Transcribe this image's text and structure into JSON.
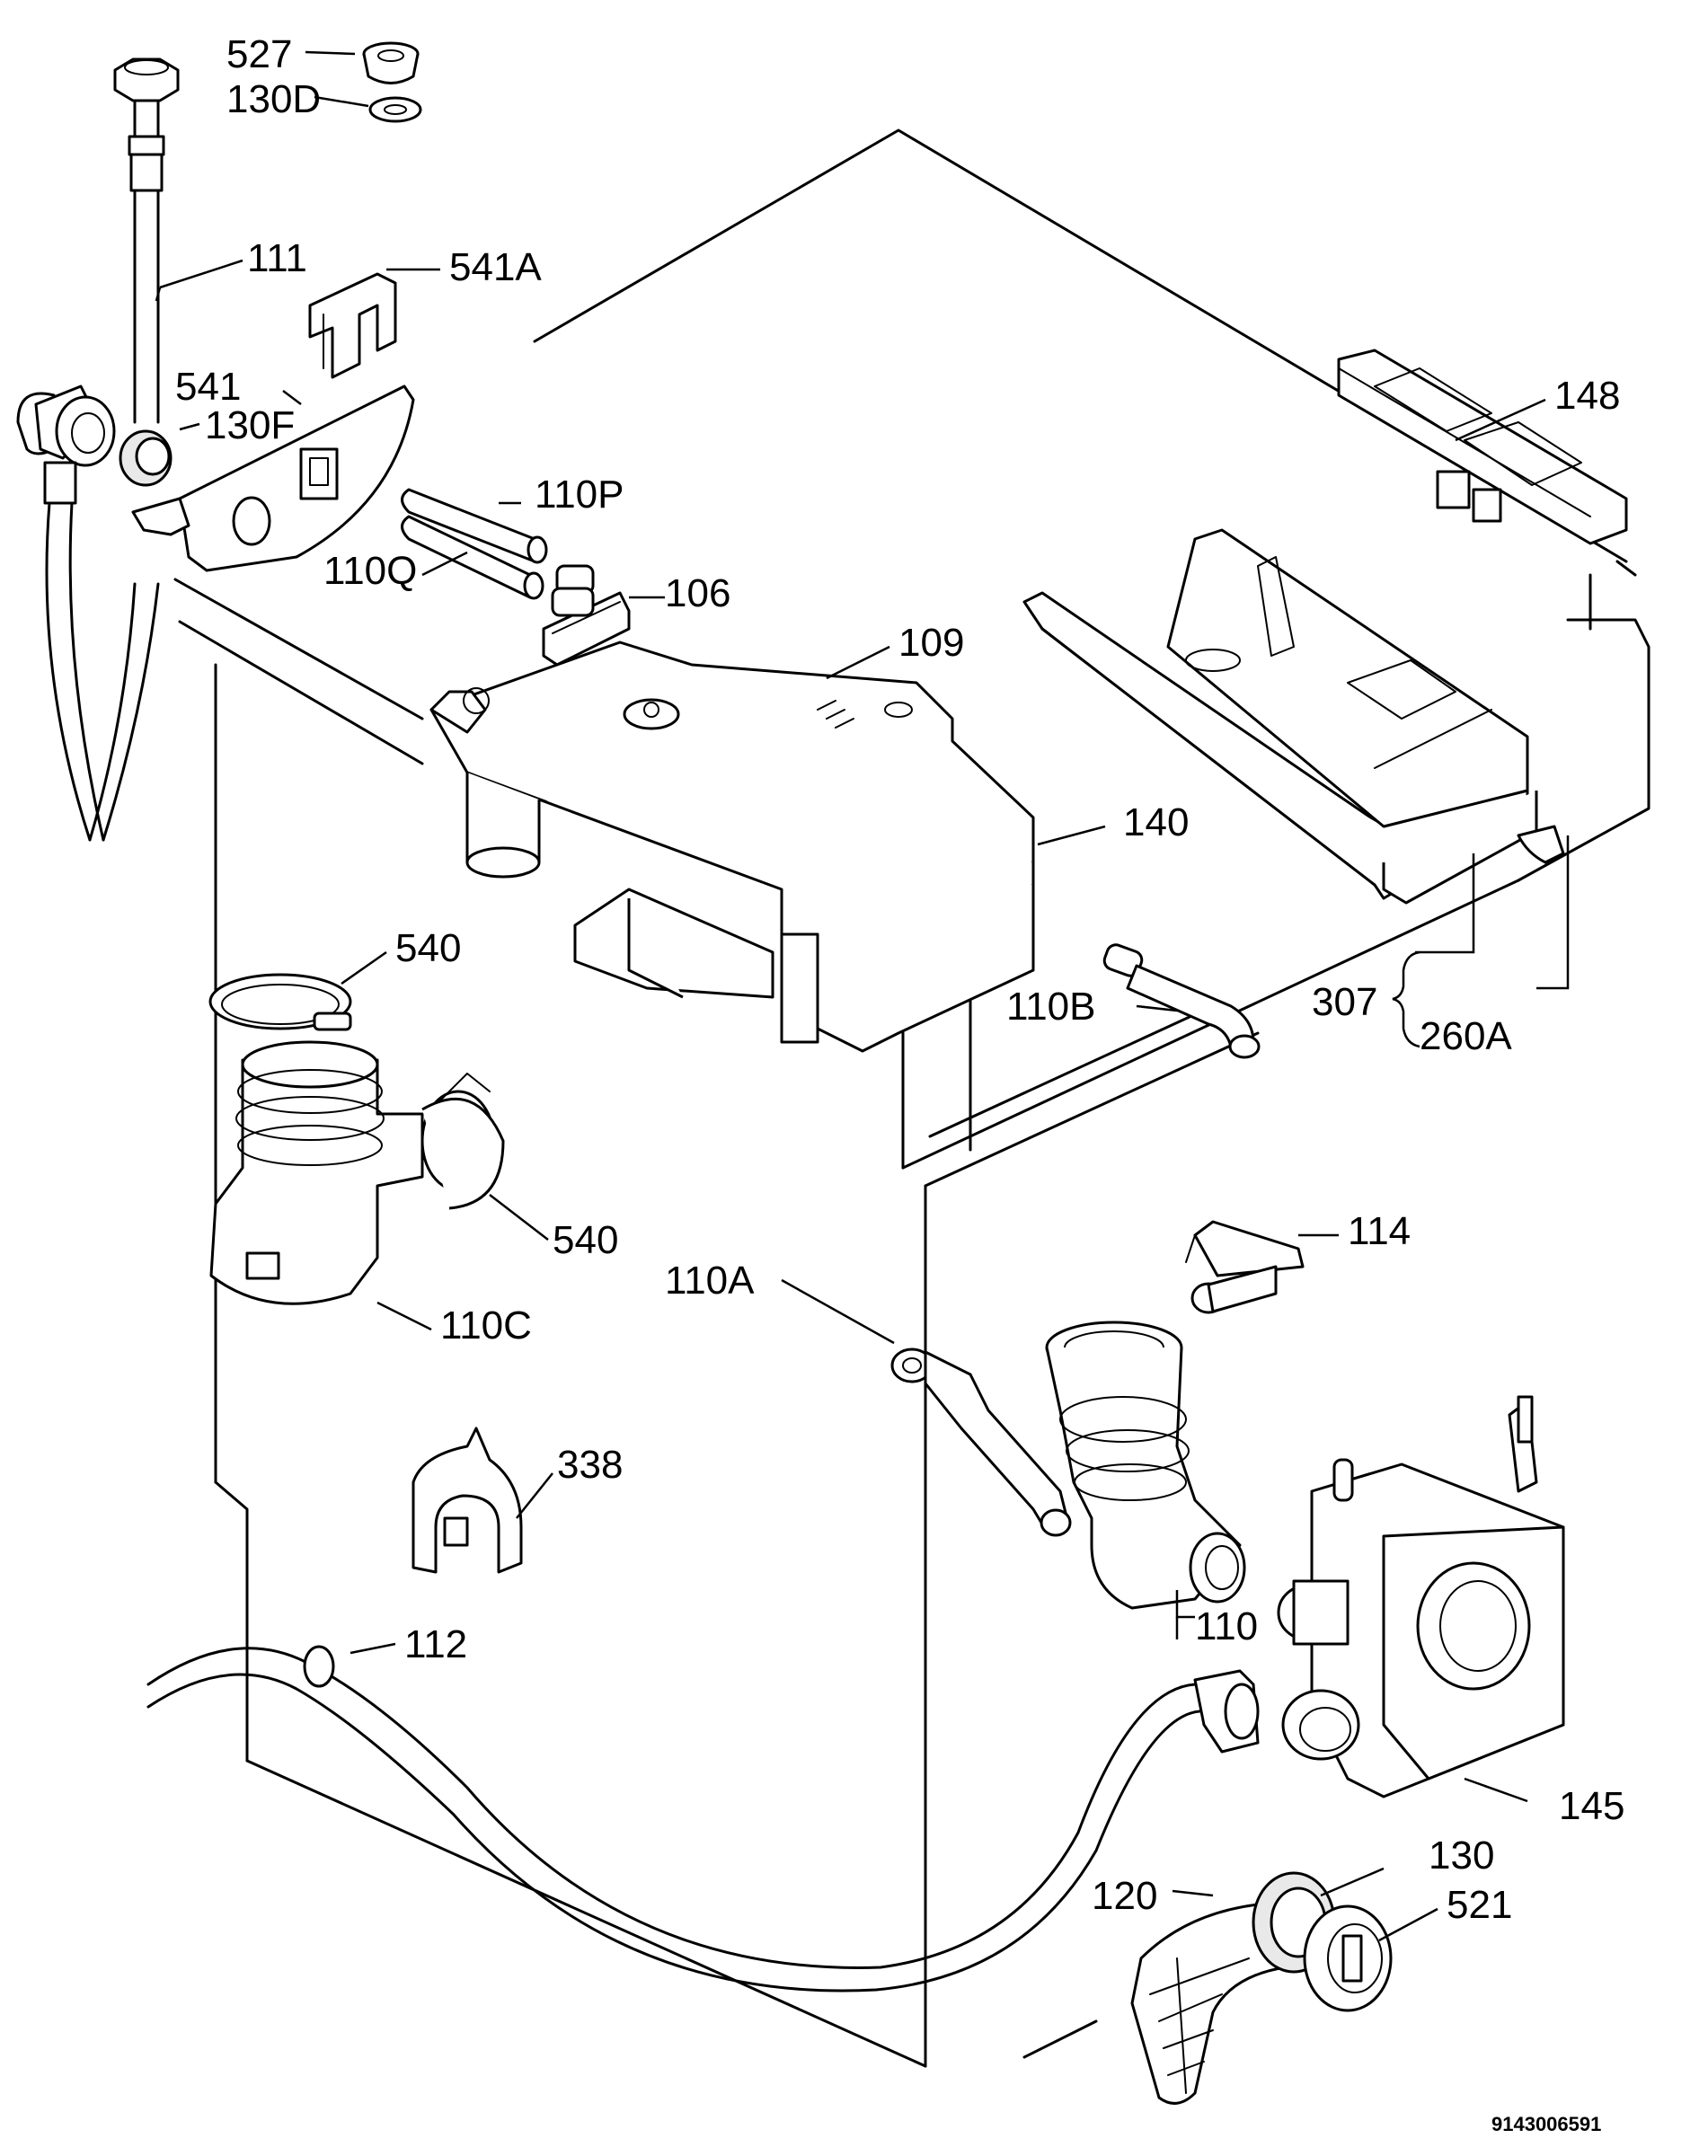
{
  "document_number": "9143006591",
  "parts": [
    {
      "id": "p527",
      "label": "527"
    },
    {
      "id": "p130d",
      "label": "130D"
    },
    {
      "id": "p111",
      "label": "111"
    },
    {
      "id": "p541a",
      "label": "541A"
    },
    {
      "id": "p541",
      "label": "541"
    },
    {
      "id": "p130f",
      "label": "130F"
    },
    {
      "id": "p110p",
      "label": "110P"
    },
    {
      "id": "p110q",
      "label": "110Q"
    },
    {
      "id": "p106",
      "label": "106"
    },
    {
      "id": "p109",
      "label": "109"
    },
    {
      "id": "p148",
      "label": "148"
    },
    {
      "id": "p140",
      "label": "140"
    },
    {
      "id": "p540a",
      "label": "540"
    },
    {
      "id": "p540b",
      "label": "540"
    },
    {
      "id": "p110b",
      "label": "110B"
    },
    {
      "id": "p307",
      "label": "307"
    },
    {
      "id": "p260a",
      "label": "260A"
    },
    {
      "id": "p110c",
      "label": "110C"
    },
    {
      "id": "p114",
      "label": "114"
    },
    {
      "id": "p110a",
      "label": "110A"
    },
    {
      "id": "p338",
      "label": "338"
    },
    {
      "id": "p110",
      "label": "110"
    },
    {
      "id": "p112",
      "label": "112"
    },
    {
      "id": "p145",
      "label": "145"
    },
    {
      "id": "p130",
      "label": "130"
    },
    {
      "id": "p120",
      "label": "120"
    },
    {
      "id": "p521",
      "label": "521"
    }
  ]
}
